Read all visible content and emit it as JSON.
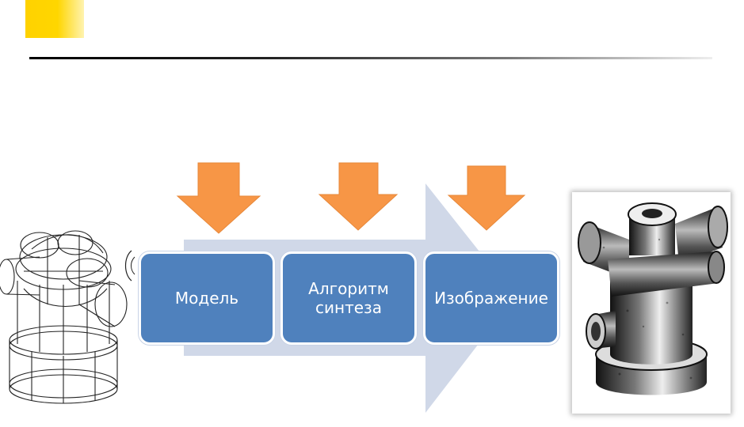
{
  "colors": {
    "accent_yellow": "#FFD200",
    "process_blue": "#4F81BD",
    "arrow_orange": "#F79646",
    "band_grey_blue": "#D0D8E8"
  },
  "diagram": {
    "steps": [
      {
        "label": "Модель"
      },
      {
        "label": "Алгоритм\nсинтеза"
      },
      {
        "label": "Изображение"
      }
    ],
    "inputs": 3
  }
}
